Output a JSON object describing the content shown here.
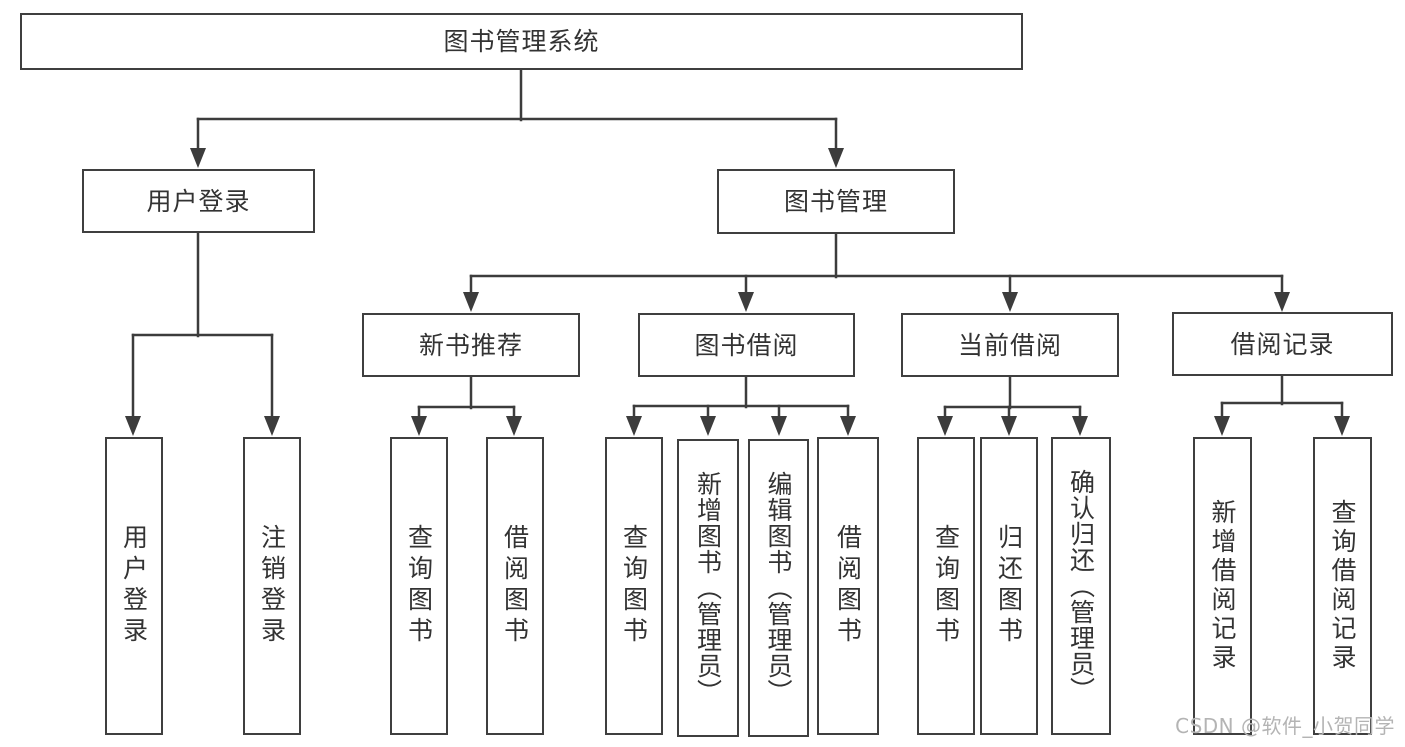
{
  "diagram": {
    "title": "图书管理系统",
    "watermark": "CSDN @软件_小贺同学",
    "colors": {
      "border": "#3f3f3f",
      "line": "#3c3c3c",
      "text": "#333333",
      "watermark": "#b4b4b4",
      "background": "#ffffff"
    },
    "nodes": [
      {
        "id": "library_system",
        "label": "图书管理系统",
        "level": 1,
        "parent": null
      },
      {
        "id": "user_login",
        "label": "用户登录",
        "level": 2,
        "parent": "library_system"
      },
      {
        "id": "book_management",
        "label": "图书管理",
        "level": 2,
        "parent": "library_system"
      },
      {
        "id": "new_book_recommend",
        "label": "新书推荐",
        "level": 3,
        "parent": "book_management"
      },
      {
        "id": "book_borrowing",
        "label": "图书借阅",
        "level": 3,
        "parent": "book_management"
      },
      {
        "id": "current_borrowing",
        "label": "当前借阅",
        "level": 3,
        "parent": "book_management"
      },
      {
        "id": "borrow_records",
        "label": "借阅记录",
        "level": 3,
        "parent": "book_management"
      },
      {
        "id": "user_login_action",
        "label": "用户登录",
        "level": 4,
        "parent": "user_login"
      },
      {
        "id": "logout_action",
        "label": "注销登录",
        "level": 4,
        "parent": "user_login"
      },
      {
        "id": "query_books_rec",
        "label": "查询图书",
        "level": 4,
        "parent": "new_book_recommend"
      },
      {
        "id": "borrow_books_rec",
        "label": "借阅图书",
        "level": 4,
        "parent": "new_book_recommend"
      },
      {
        "id": "query_books_borrow",
        "label": "查询图书",
        "level": 4,
        "parent": "book_borrowing"
      },
      {
        "id": "add_books_admin",
        "label": "新增图书（管理员）",
        "level": 4,
        "parent": "book_borrowing"
      },
      {
        "id": "edit_books_admin",
        "label": "编辑图书（管理员）",
        "level": 4,
        "parent": "book_borrowing"
      },
      {
        "id": "borrow_books_action",
        "label": "借阅图书",
        "level": 4,
        "parent": "book_borrowing"
      },
      {
        "id": "query_books_current",
        "label": "查询图书",
        "level": 4,
        "parent": "current_borrowing"
      },
      {
        "id": "return_books",
        "label": "归还图书",
        "level": 4,
        "parent": "current_borrowing"
      },
      {
        "id": "confirm_return_admin",
        "label": "确认归还（管理员）",
        "level": 4,
        "parent": "current_borrowing"
      },
      {
        "id": "add_borrow_record",
        "label": "新增借阅记录",
        "level": 4,
        "parent": "borrow_records"
      },
      {
        "id": "query_borrow_record",
        "label": "查询借阅记录",
        "level": 4,
        "parent": "borrow_records"
      }
    ]
  }
}
